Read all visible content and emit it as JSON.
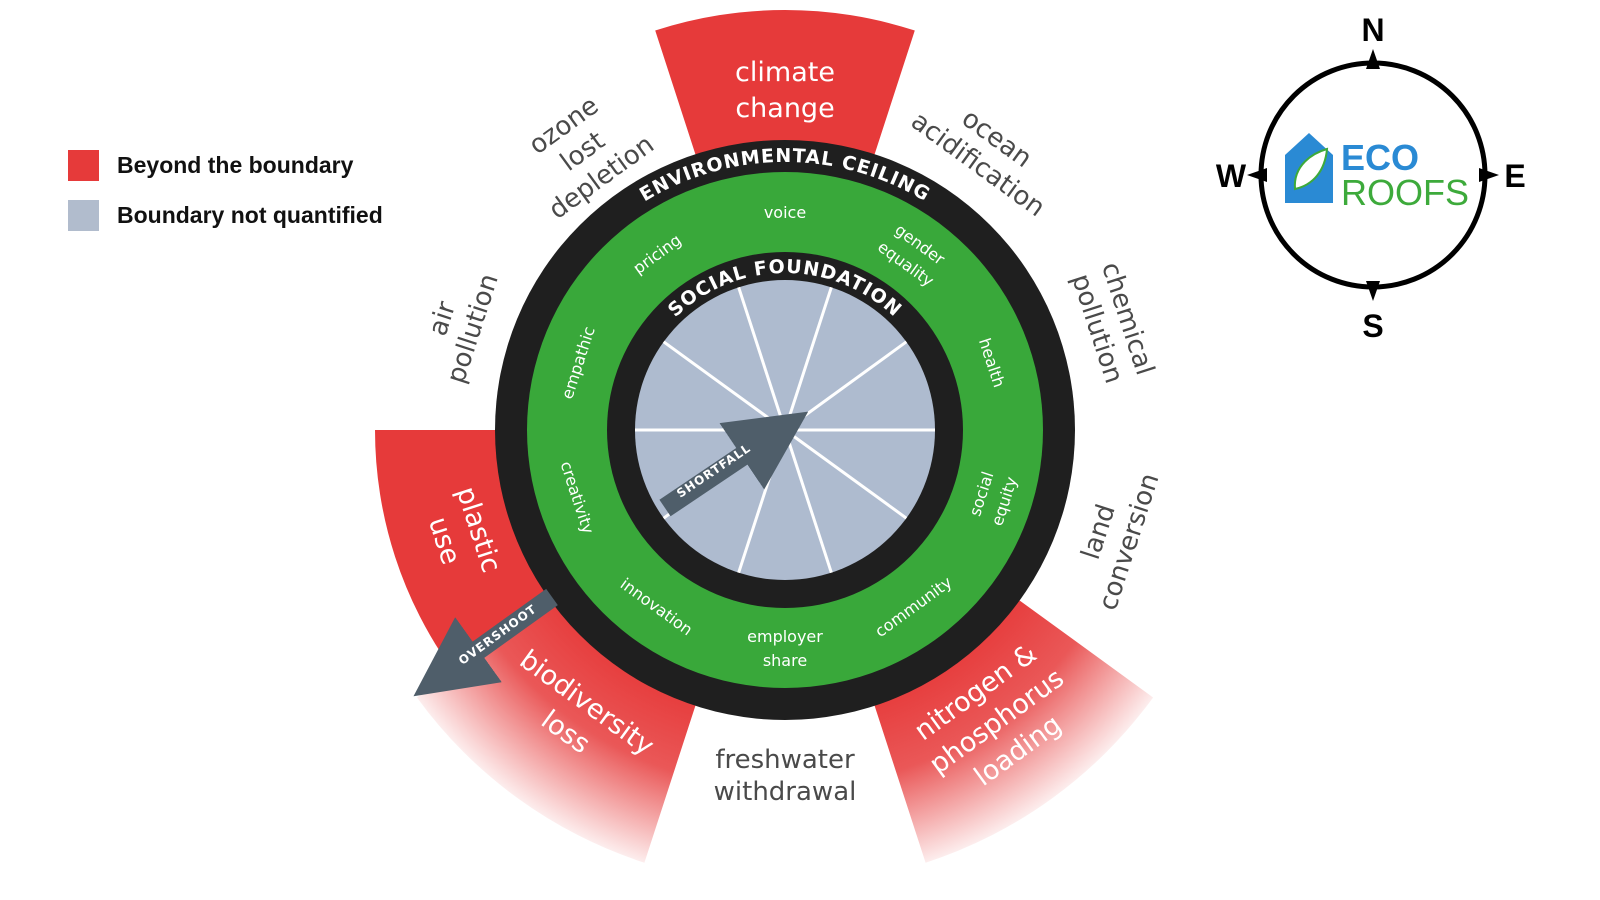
{
  "legend": [
    {
      "label": "Beyond the boundary",
      "color": "#e63a3a"
    },
    {
      "label": "Boundary not quantified",
      "color": "#b1bccd"
    }
  ],
  "rings": {
    "ceiling_title": "ENVIRONMENTAL CEILING",
    "foundation_title": "SOCIAL FOUNDATION",
    "ring_color": "#1f1f1f",
    "social_color": "#39a83a",
    "core_color": "#aebbcf"
  },
  "environmental_dimensions": [
    {
      "lines": [
        "climate",
        "change"
      ],
      "status": "beyond_boundary"
    },
    {
      "lines": [
        "ocean",
        "acidification"
      ],
      "status": "within"
    },
    {
      "lines": [
        "chemical",
        "pollution"
      ],
      "status": "within"
    },
    {
      "lines": [
        "land",
        "conversion"
      ],
      "status": "within"
    },
    {
      "lines": [
        "nitrogen &",
        "phosphorus",
        "loading"
      ],
      "status": "beyond_boundary"
    },
    {
      "lines": [
        "freshwater",
        "withdrawal"
      ],
      "status": "within"
    },
    {
      "lines": [
        "biodiversity",
        "loss"
      ],
      "status": "beyond_boundary"
    },
    {
      "lines": [
        "plastic",
        "use"
      ],
      "status": "beyond_boundary"
    },
    {
      "lines": [
        "air",
        "pollution"
      ],
      "status": "within"
    },
    {
      "lines": [
        "ozone",
        "lost",
        "depletion"
      ],
      "status": "within"
    }
  ],
  "social_dimensions": [
    {
      "lines": [
        "voice"
      ]
    },
    {
      "lines": [
        "gender",
        "equality"
      ]
    },
    {
      "lines": [
        "health"
      ]
    },
    {
      "lines": [
        "social",
        "equity"
      ]
    },
    {
      "lines": [
        "community"
      ]
    },
    {
      "lines": [
        "employer",
        "share"
      ]
    },
    {
      "lines": [
        "innovation"
      ]
    },
    {
      "lines": [
        "creativity"
      ]
    },
    {
      "lines": [
        "empathic"
      ]
    },
    {
      "lines": [
        "pricing"
      ]
    }
  ],
  "arrows": {
    "shortfall_label": "SHORTFALL",
    "overshoot_label": "OVERSHOOT",
    "arrow_color": "#4f5e6a"
  },
  "compass": {
    "north": "N",
    "south": "S",
    "east": "E",
    "west": "W"
  },
  "logo": {
    "line1": "ECO",
    "line2": "ROOFS",
    "eco_color": "#2a8ad4",
    "roofs_color": "#3daa3b"
  }
}
